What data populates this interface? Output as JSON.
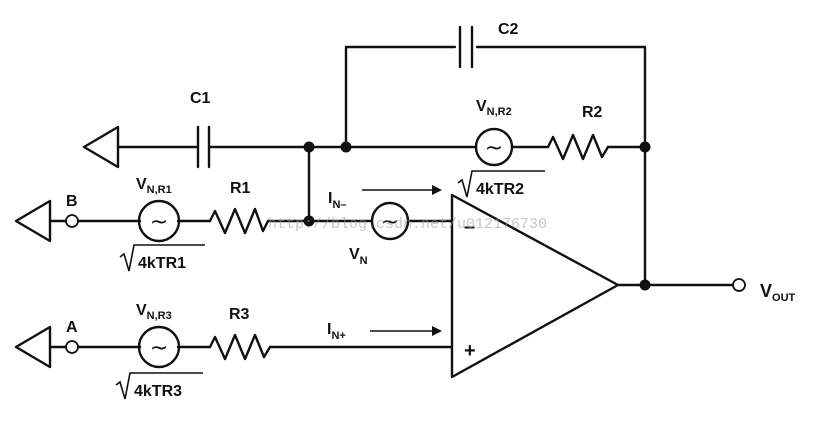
{
  "labels": {
    "c1": "C1",
    "c2": "C2",
    "r1": "R1",
    "r2": "R2",
    "r3": "R3",
    "node_a": "A",
    "node_b": "B",
    "v_main": "V",
    "vn_r1_sub": "N,R1",
    "vn_r2_sub": "N,R2",
    "vn_r3_sub": "N,R3",
    "sqrt_r1": "4kTR1",
    "sqrt_r2": "4kTR2",
    "sqrt_r3": "4kTR3",
    "i_main": "I",
    "in_minus_sub": "N–",
    "in_plus_sub": "N+",
    "vn_sub": "N",
    "vout_sub": "OUT",
    "opamp_minus": "–",
    "opamp_plus": "+",
    "noise_symbol": "~"
  },
  "watermark": "http://blog.csdn.net/u012176730",
  "icons": {
    "ground": "ground-arrow-icon",
    "noise_source": "noise-source-icon"
  }
}
